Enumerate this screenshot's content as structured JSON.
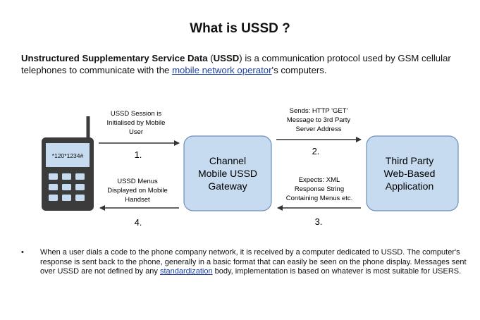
{
  "title": "What is USSD ?",
  "intro": {
    "term": "Unstructured Supplementary Service Data",
    "open_paren": " (",
    "abbr": "USSD",
    "close_paren": ")",
    "text1": " is a communication protocol used by GSM cellular telephones to communicate with the ",
    "link": "mobile network operator",
    "text2": "'s computers."
  },
  "diagram": {
    "phone_display": "*120*1234#",
    "gateway": [
      "Channel",
      "Mobile USSD",
      "Gateway"
    ],
    "third_party": [
      "Third Party",
      "Web-Based",
      "Application"
    ],
    "step1_caption": [
      "USSD Session is",
      "Initialised by Mobile",
      "User"
    ],
    "step1_num": "1.",
    "step2_caption": [
      "Sends: HTTP 'GET'",
      "Message to 3rd Party",
      "Server Address"
    ],
    "step2_num": "2.",
    "step3_caption": [
      "Expects: XML",
      "Response String",
      "Containing Menus etc."
    ],
    "step3_num": "3.",
    "step4_caption": [
      "USSD Menus",
      "Displayed on Mobile",
      "Handset"
    ],
    "step4_num": "4."
  },
  "bullet": {
    "marker": "•",
    "text1": "When a user dials a code to the phone company network, it is received by a computer dedicated to USSD. The computer's response is sent back to the phone, generally in a basic format that can easily be seen on the phone display. Messages sent over USSD are not defined by any ",
    "link": "standardization",
    "text2": " body, implementation is based on  whatever is most suitable for USERS."
  },
  "colors": {
    "box_fill": "#c6daf0",
    "box_stroke": "#6e8fb8",
    "phone_fill": "#3b3b3b",
    "phone_screen": "#c6daf0",
    "link": "#1a3fa8"
  }
}
